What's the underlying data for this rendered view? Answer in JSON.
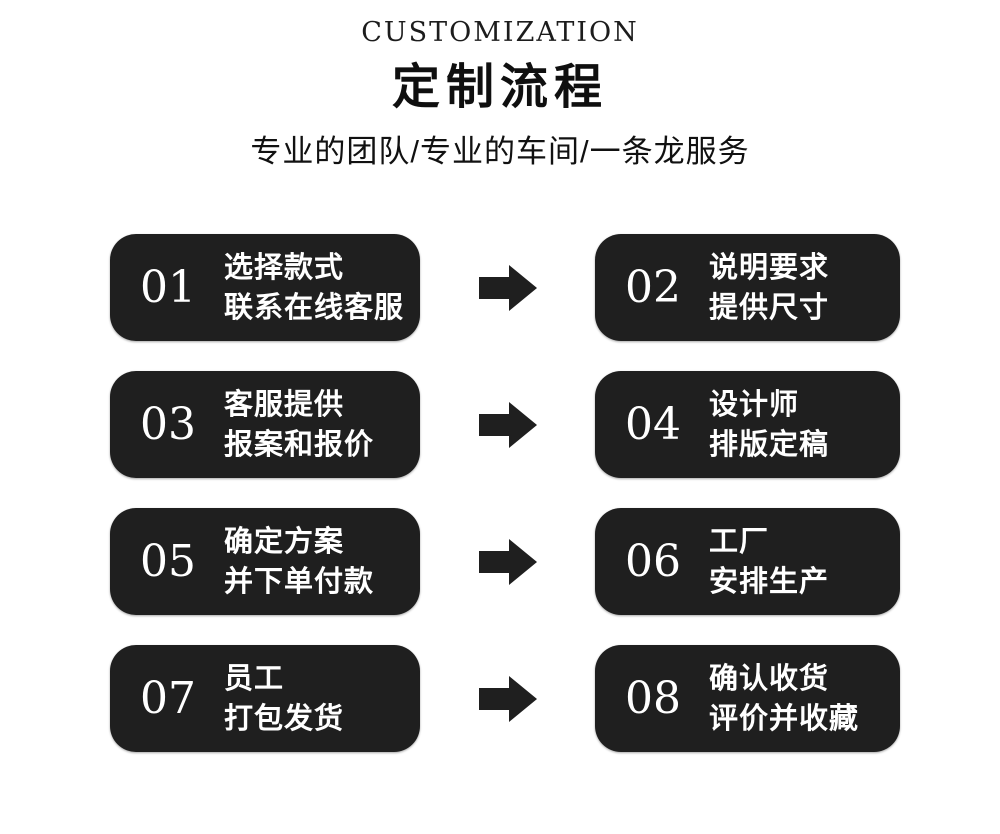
{
  "header": {
    "eyebrow": "CUSTOMIZATION",
    "title": "定制流程",
    "subtitle": "专业的团队/专业的车间/一条龙服务"
  },
  "steps": [
    {
      "number": "01",
      "line1": "选择款式",
      "line2": "联系在线客服"
    },
    {
      "number": "02",
      "line1": "说明要求",
      "line2": "提供尺寸"
    },
    {
      "number": "03",
      "line1": "客服提供",
      "line2": "报案和报价"
    },
    {
      "number": "04",
      "line1": "设计师",
      "line2": "排版定稿"
    },
    {
      "number": "05",
      "line1": "确定方案",
      "line2": "并下单付款"
    },
    {
      "number": "06",
      "line1": "工厂",
      "line2": "安排生产"
    },
    {
      "number": "07",
      "line1": "员工",
      "line2": "打包发货"
    },
    {
      "number": "08",
      "line1": "确认收货",
      "line2": "评价并收藏"
    }
  ],
  "icons": {
    "row_connector": "arrow-right-icon"
  },
  "colors": {
    "page_bg": "#ffffff",
    "box_bg": "#1f1f1f",
    "box_text": "#ffffff",
    "arrow": "#1f1f1f",
    "heading_text": "#0f0f0f"
  }
}
